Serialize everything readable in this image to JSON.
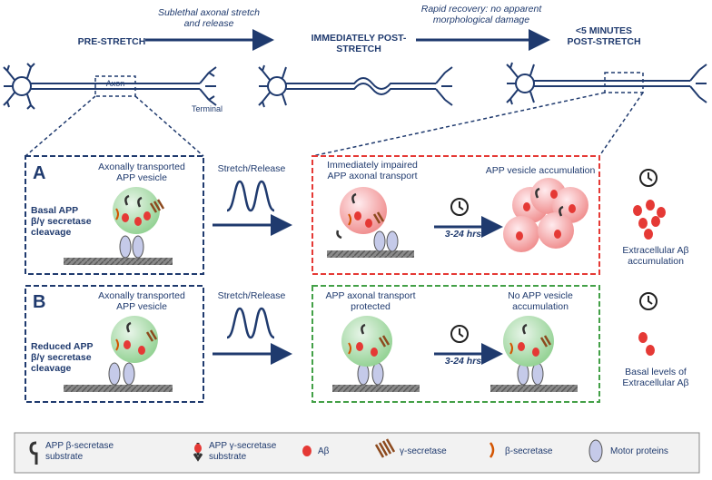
{
  "top": {
    "arrow1_text": "Sublethal axonal stretch\nand release",
    "arrow2_text": "Rapid recovery: no apparent\nmorphological damage",
    "stage1": "PRE-STRETCH",
    "stage2": "IMMEDIATELY POST-\nSTRETCH",
    "stage3": "<5 MINUTES\nPOST-STRETCH",
    "axon_label": "Axon",
    "terminal_label": "Terminal"
  },
  "rowA": {
    "letter": "A",
    "vesicle_label": "Axonally transported\nAPP vesicle",
    "basal_label": "Basal APP\nβ/γ secretase\ncleavage",
    "stretch_label": "Stretch/Release",
    "impaired_label": "Immediately impaired\nAPP axonal transport",
    "time_label": "3-24 hrs",
    "accum_label": "APP vesicle accumulation",
    "outcome_label": "Extracellular Aβ\naccumulation",
    "box_color": "#e53935"
  },
  "rowB": {
    "letter": "B",
    "vesicle_label": "Axonally transported\nAPP vesicle",
    "reduced_label": "Reduced APP\nβ/γ secretase\ncleavage",
    "stretch_label": "Stretch/Release",
    "protected_label": "APP axonal transport\nprotected",
    "time_label": "3-24 hrs",
    "noaccum_label": "No APP vesicle\naccumulation",
    "outcome_label": "Basal levels of\nExtracellular Aβ",
    "box_color": "#43a047"
  },
  "legend": {
    "items": [
      {
        "label": "APP β-secretase\nsubstrate",
        "icon": "beta-substrate-icon"
      },
      {
        "label": "APP γ-secretase\nsubstrate",
        "icon": "gamma-substrate-icon"
      },
      {
        "label": "Aβ",
        "icon": "abeta-icon"
      },
      {
        "label": "γ-secretase",
        "icon": "gamma-secretase-icon"
      },
      {
        "label": "β-secretase",
        "icon": "beta-secretase-icon"
      },
      {
        "label": "Motor proteins",
        "icon": "motor-protein-icon"
      }
    ]
  },
  "colors": {
    "navy": "#1f3a6e",
    "red": "#e53935",
    "green": "#43a047",
    "vesicle_green": "#a5d6a7",
    "vesicle_red": "#ef9a9a"
  }
}
